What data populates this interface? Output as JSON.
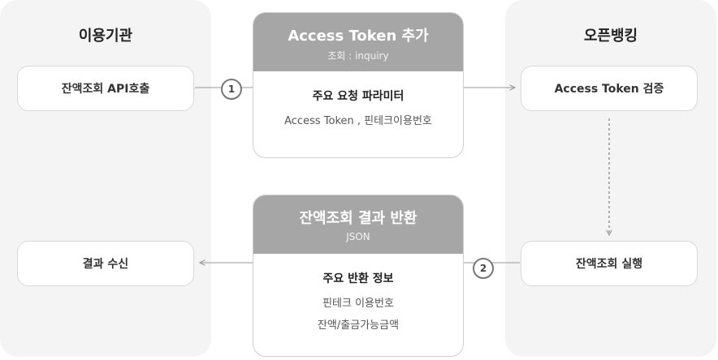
{
  "left_column": {
    "title": "이용기관",
    "nodes": [
      "잔액조회 API호출",
      "결과 수신"
    ]
  },
  "right_column": {
    "title": "오픈뱅킹",
    "nodes": [
      "Access Token 검증",
      "잔액조회 실행"
    ]
  },
  "cards": [
    {
      "title": "Access Token 추가",
      "subtitle": "조회 : inquiry",
      "body_title": "주요 요청 파라미터",
      "body_lines": [
        "Access Token , 핀테크이용번호"
      ]
    },
    {
      "title": "잔액조회 결과 반환",
      "subtitle": "JSON",
      "body_title": "주요 반환 정보",
      "body_lines": [
        "핀테크 이용번호",
        "잔액/출금가능금액"
      ]
    }
  ],
  "steps": [
    "1",
    "2"
  ],
  "colors": {
    "card_header": "#a6a6a6",
    "column_bg": "#f4f4f4",
    "line": "#999999"
  }
}
